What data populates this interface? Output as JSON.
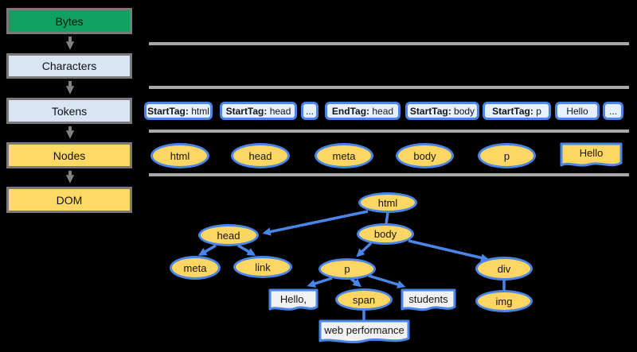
{
  "colors": {
    "background": "#000000",
    "bytes_green": "#10A05F",
    "stage_blue": "#D9E5F5",
    "stage_yellow": "#FFD966",
    "stage_border": "#7A7A7A",
    "node_yellow": "#FDD663",
    "node_border_blue": "#4A86E8",
    "token_fill": "#E8F0FC",
    "textbox_fill": "#F1F1F1",
    "divider_gray": "#A8A8A8",
    "arrow_gray": "#808080"
  },
  "pipeline": {
    "stages": [
      {
        "label": "Bytes"
      },
      {
        "label": "Characters"
      },
      {
        "label": "Tokens"
      },
      {
        "label": "Nodes"
      },
      {
        "label": "DOM"
      }
    ]
  },
  "rows": {
    "bytes_row_text": "",
    "characters_row_text": ""
  },
  "tokens": {
    "items": [
      {
        "bold": "StartTag:",
        "text": " html"
      },
      {
        "bold": "StartTag:",
        "text": " head"
      },
      {
        "bold": "",
        "text": "..."
      },
      {
        "bold": "EndTag:",
        "text": " head"
      },
      {
        "bold": "StartTag:",
        "text": " body"
      },
      {
        "bold": "StartTag:",
        "text": " p"
      },
      {
        "bold": "",
        "text": "Hello"
      },
      {
        "bold": "",
        "text": "..."
      }
    ]
  },
  "nodes_row": {
    "ellipses": [
      "html",
      "head",
      "meta",
      "body",
      "p"
    ],
    "text_node": "Hello"
  },
  "dom_tree": {
    "elements": [
      "html",
      "head",
      "body",
      "meta",
      "link",
      "p",
      "div",
      "span",
      "img"
    ],
    "text_nodes": [
      "Hello,",
      "students",
      "web performance"
    ],
    "edges": [
      [
        "html",
        "head"
      ],
      [
        "html",
        "body"
      ],
      [
        "head",
        "meta"
      ],
      [
        "head",
        "link"
      ],
      [
        "body",
        "p"
      ],
      [
        "body",
        "div"
      ],
      [
        "p",
        "Hello,"
      ],
      [
        "p",
        "span"
      ],
      [
        "p",
        "students"
      ],
      [
        "span",
        "web performance"
      ],
      [
        "div",
        "img"
      ]
    ]
  }
}
